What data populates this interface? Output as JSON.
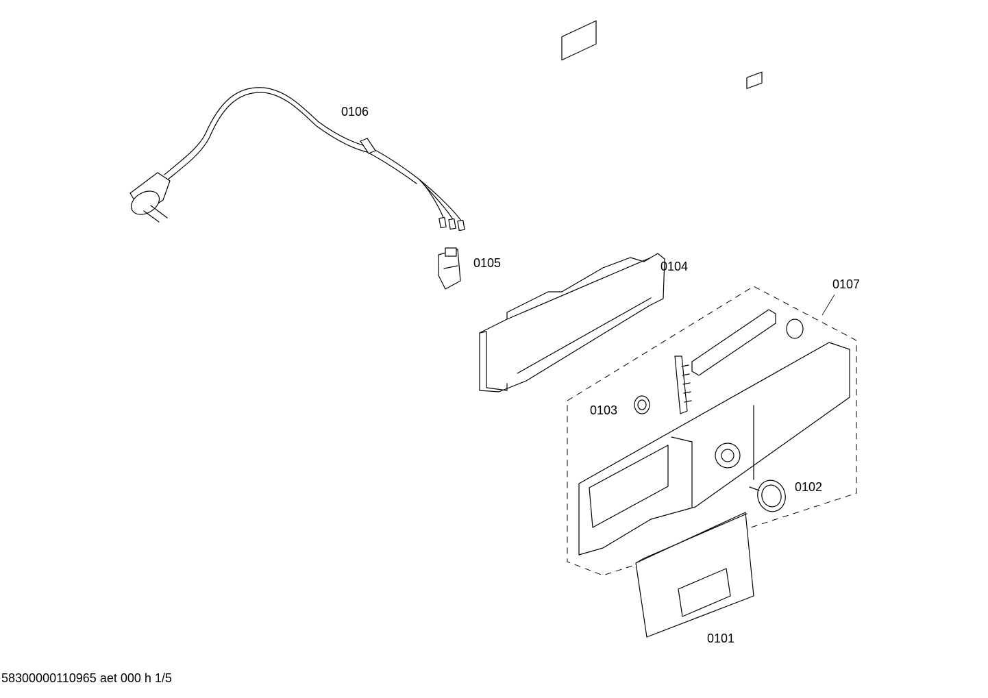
{
  "parts": [
    {
      "id": "p0101",
      "label": "0101"
    },
    {
      "id": "p0102",
      "label": "0102"
    },
    {
      "id": "p0103",
      "label": "0103"
    },
    {
      "id": "p0104",
      "label": "0104"
    },
    {
      "id": "p0105",
      "label": "0105"
    },
    {
      "id": "p0106",
      "label": "0106"
    },
    {
      "id": "p0107",
      "label": "0107"
    }
  ],
  "footer": {
    "reference": "58300000110965 aet 000 h 1/5"
  }
}
